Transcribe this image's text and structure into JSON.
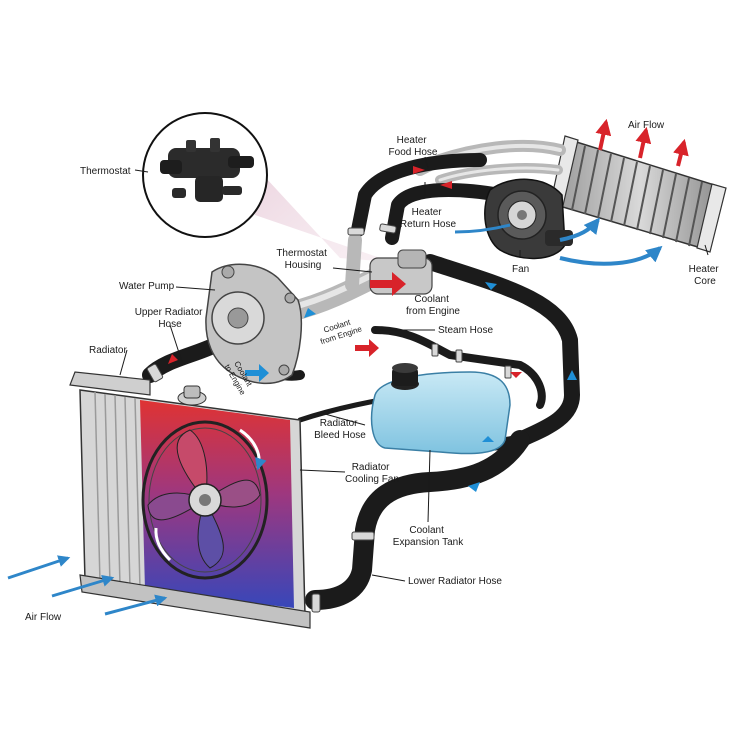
{
  "labels": {
    "thermostat": "Thermostat",
    "heater_food_hose": [
      "Heater",
      "Food Hose"
    ],
    "air_flow_top": "Air Flow",
    "heater_return_hose": [
      "Heater",
      "Return Hose"
    ],
    "fan": "Fan",
    "heater_core": [
      "Heater",
      "Core"
    ],
    "thermostat_housing": [
      "Thermostat",
      "Housing"
    ],
    "water_pump": "Water Pump",
    "coolant_from_engine": [
      "Coolant",
      "from Engine"
    ],
    "upper_radiator_hose": [
      "Upper Radiator",
      "Hose"
    ],
    "coolant_from_engine_small": [
      "Coolant",
      "from Engine"
    ],
    "steam_hose": "Steam Hose",
    "radiator": "Radiator",
    "coolant_to_engine": [
      "Coolant",
      "to Engine"
    ],
    "radiator_bleed_hose": [
      "Radiator",
      "Bleed Hose"
    ],
    "radiator_cooling_fan": [
      "Radiator",
      "Cooling Fan"
    ],
    "coolant_expansion_tank": [
      "Coolant",
      "Expansion Tank"
    ],
    "lower_radiator_hose": "Lower Radiator Hose",
    "air_flow_bottom": "Air Flow"
  },
  "colors": {
    "hot": "#d8232a",
    "cool": "#1f8fd6",
    "hose": "#1b1b1b",
    "tank": "#9fd4ea"
  },
  "icons": {
    "thermostat_zoom": "thermostat-icon",
    "water_pump": "water-pump-icon",
    "heater_core": "heater-core-icon",
    "blower_fan": "blower-fan-icon",
    "radiator": "radiator-icon",
    "cooling_fan": "cooling-fan-icon",
    "expansion_tank": "expansion-tank-icon"
  }
}
